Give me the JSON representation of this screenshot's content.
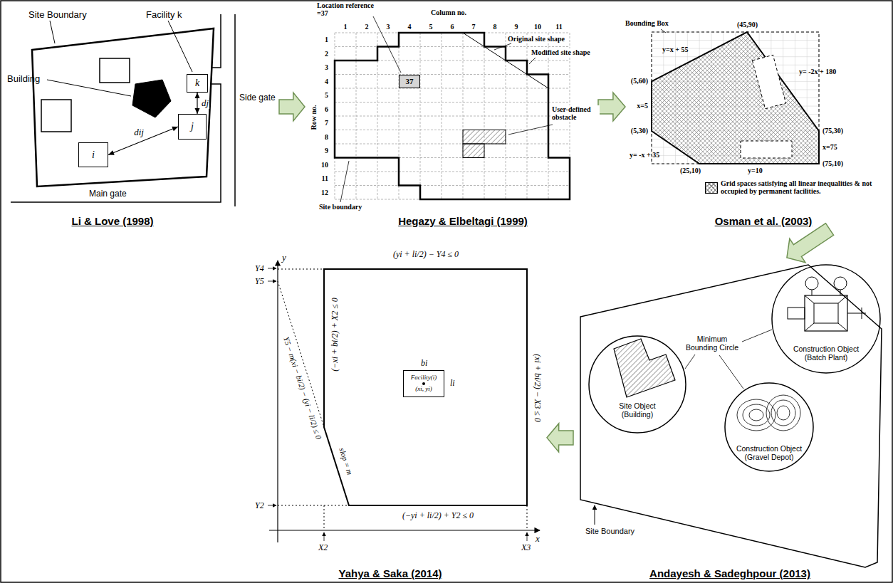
{
  "diagram": {
    "nodes": [
      {
        "text": [
          "Li & Love (1998)"
        ]
      },
      {
        "text": [
          "k"
        ],
        "in": 0
      },
      {
        "text": [
          "j"
        ],
        "in": 0
      },
      {
        "text": [
          "i"
        ],
        "in": 0
      },
      {
        "text": [
          "Hegazy & Elbeltagi (1999)"
        ]
      },
      {
        "text": [
          "37"
        ],
        "in": 4
      },
      {
        "text": [
          "Osman et al. (2003)"
        ]
      },
      {
        "text": [
          "Andayesh & Sadeghpour (2013)"
        ]
      },
      {
        "text": [
          "Yahya & Saka (2014)"
        ]
      },
      {
        "text": [
          "Facility(i)",
          "(xi, yi)"
        ],
        "in": 8
      }
    ],
    "edges": [
      {
        "from": 0,
        "to": 4,
        "arrow": "to"
      },
      {
        "from": 4,
        "to": 6,
        "arrow": "to"
      },
      {
        "from": 6,
        "to": 7,
        "arrow": "to"
      },
      {
        "from": 7,
        "to": 8,
        "arrow": "to"
      },
      {
        "from": 3,
        "to": 2,
        "arrow": "both",
        "label": "dij"
      },
      {
        "from": 1,
        "to": 2,
        "arrow": "both",
        "label": "dj"
      }
    ],
    "labels": [
      "Site Boundary",
      "Facility k",
      "Building",
      "Side gate",
      "Main gate",
      "Column no.",
      "1",
      "2",
      "3",
      "4",
      "5",
      "6",
      "7",
      "8",
      "9",
      "10",
      "11",
      "Row no.",
      "1",
      "2",
      "3",
      "4",
      "5",
      "6",
      "7",
      "8",
      "9",
      "10",
      "11",
      "12",
      "Location reference =37",
      "Original site shape",
      "Modified site shape",
      "User-defined obstacle",
      "Site boundary",
      "Bounding Box",
      "(45,90)",
      "y=x + 55",
      "y= -2x + 180",
      "(5,60)",
      "x=5",
      "(5,30)",
      "(75,30)",
      "x=75",
      "(75,10)",
      "(25,10)",
      "y=10",
      "y= -x + 35",
      "Site Object (Building)",
      "Minimum Bounding Circle",
      "Construction Object (Batch Plant)",
      "Construction Object (Gravel Depot)",
      "Site Boundary",
      "y",
      "x",
      "Y4",
      "Y5",
      "Y2",
      "X2",
      "X3",
      "bi",
      "li",
      "slop = m",
      "(yi + li/2) − Y4 ≤ 0",
      "(−xi + bi/2) + X2 ≤ 0",
      "(xi + bi/2) − X3 ≤ 0",
      "(−yi + li/2) + Y2 ≤ 0",
      "Y5 − m(xi − bi/2) − (yi − li/2) ≤ 0"
    ],
    "legend": [
      {
        "text": "Grid spaces satisfying all linear inequalities & not occupied by permanent facilities."
      }
    ]
  }
}
